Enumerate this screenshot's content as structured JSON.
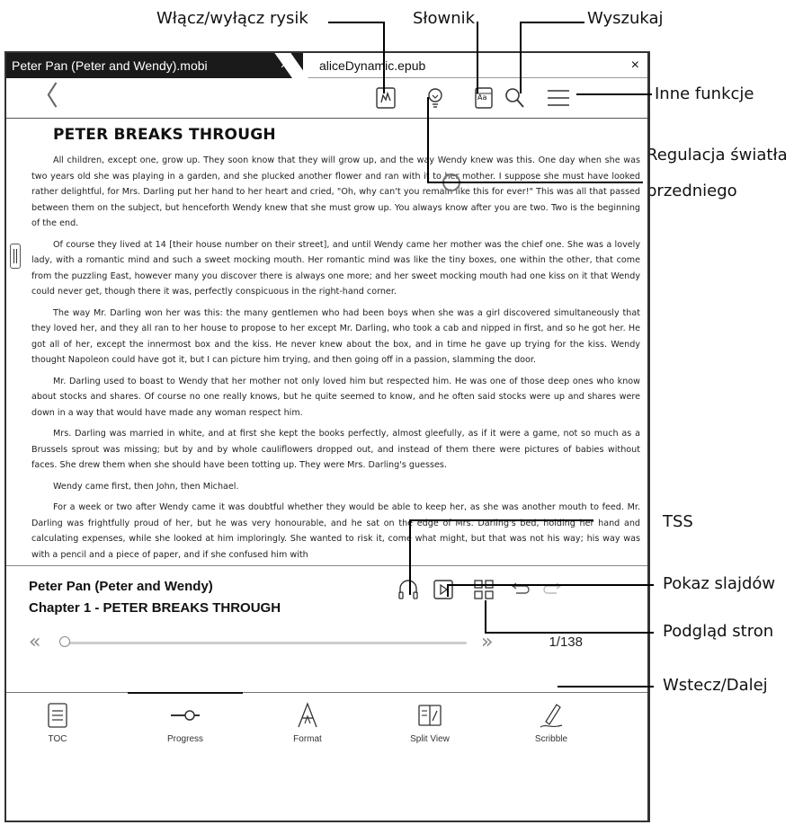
{
  "callouts": {
    "stylus": "Włącz/wyłącz rysik",
    "dictionary": "Słownik",
    "search": "Wyszukaj",
    "more": "Inne funkcje",
    "frontlight_1": "Regulacja światła",
    "frontlight_2": "przedniego",
    "tts": "TSS",
    "slideshow": "Pokaz slajdów",
    "page_preview": "Podgląd stron",
    "back_forward": "Wstecz/Dalej"
  },
  "tabs": [
    {
      "label": "Peter Pan (Peter and Wendy).mobi",
      "close": "×"
    },
    {
      "label": "aliceDynamic.epub",
      "close": "×"
    }
  ],
  "toolbar": {
    "back": "〈",
    "dictionary_icon_text": "Aa"
  },
  "content": {
    "chapter_title": "PETER BREAKS THROUGH",
    "paragraphs": [
      "All children, except one, grow up. They soon know that they will grow up, and the way Wendy knew was this. One day when she was two years old she was playing in a garden, and she plucked another flower and ran with it to her mother. I suppose she must have looked rather delightful, for Mrs. Darling put her hand to her heart and cried, \"Oh, why can't you remain like this for ever!\" This was all that passed between them on the subject, but henceforth Wendy knew that she must grow up. You always know after you are two. Two is the beginning of the end.",
      "Of course they lived at 14 [their house number on their street], and until Wendy came her mother was the chief one. She was a lovely lady, with a romantic mind and such a sweet mocking mouth. Her romantic mind was like the tiny boxes, one within the other, that come from the puzzling East, however many you discover there is always one more; and her sweet mocking mouth had one kiss on it that Wendy could never get, though there it was, perfectly conspicuous in the right-hand corner.",
      "The way Mr. Darling won her was this: the many gentlemen who had been boys when she was a girl discovered simultaneously that they loved her, and they all ran to her house to propose to her except Mr. Darling, who took a cab and nipped in first, and so he got her. He got all of her, except the innermost box and the kiss. He never knew about the box, and in time he gave up trying for the kiss. Wendy thought Napoleon could have got it, but I can picture him trying, and then going off in a passion, slamming the door.",
      "Mr. Darling used to boast to Wendy that her mother not only loved him but respected him. He was one of those deep ones who know about stocks and shares. Of course no one really knows, but he quite seemed to know, and he often said stocks were up and shares were down in a way that would have made any woman respect him.",
      "Mrs. Darling was married in white, and at first she kept the books perfectly, almost gleefully, as if it were a game, not so much as a Brussels sprout was missing; but by and by whole cauliflowers dropped out, and instead of them there were pictures of babies without faces. She drew them when she should have been totting up. They were Mrs. Darling's guesses.",
      "Wendy came first, then John, then Michael.",
      "For a week or two after Wendy came it was doubtful whether they would be able to keep her, as she was another mouth to feed. Mr. Darling was frightfully proud of her, but he was very honourable, and he sat on the edge of Mrs. Darling's bed, holding her hand and calculating expenses, while she looked at him imploringly. She wanted to risk it, come what might, but that was not his way; his way was with a pencil and a piece of paper, and if she confused him with"
    ]
  },
  "panel": {
    "book_title": "Peter Pan (Peter and Wendy)",
    "chapter": "Chapter 1 - PETER BREAKS THROUGH",
    "prev": "«",
    "next": "»",
    "page": "1/138",
    "progress": 0.007
  },
  "bottom_nav": [
    {
      "label": "TOC",
      "icon": "list-icon"
    },
    {
      "label": "Progress",
      "icon": "progress-icon"
    },
    {
      "label": "Format",
      "icon": "format-icon"
    },
    {
      "label": "Split View",
      "icon": "split-view-icon"
    },
    {
      "label": "Scribble",
      "icon": "scribble-icon"
    }
  ]
}
